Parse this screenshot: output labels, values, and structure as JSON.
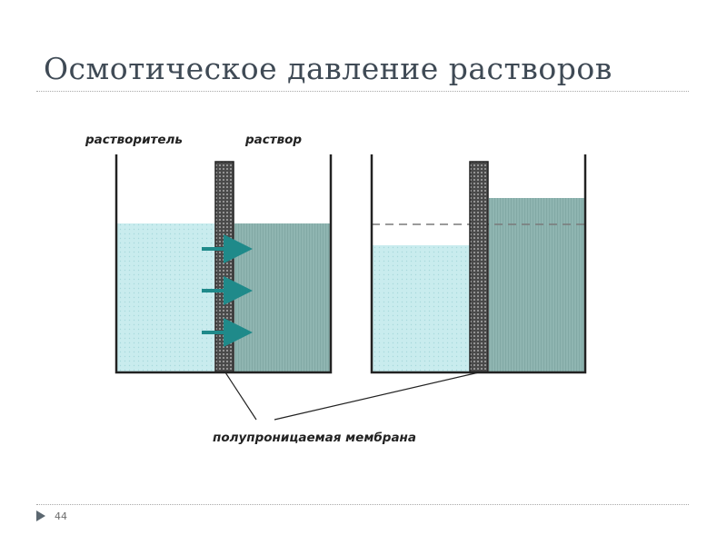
{
  "slide": {
    "title": "Осмотическое давление растворов",
    "page_number": "44"
  },
  "diagram": {
    "solvent_label": "растворитель",
    "solution_label": "раствор",
    "membrane_label": "полупроницаемая мембрана",
    "colors": {
      "solvent": "#c9ecee",
      "solution": "#8fb5b1",
      "membrane": "#3a3a3a",
      "flow_arrow": "#1f8a8a",
      "vessel_outline": "#222222"
    }
  }
}
